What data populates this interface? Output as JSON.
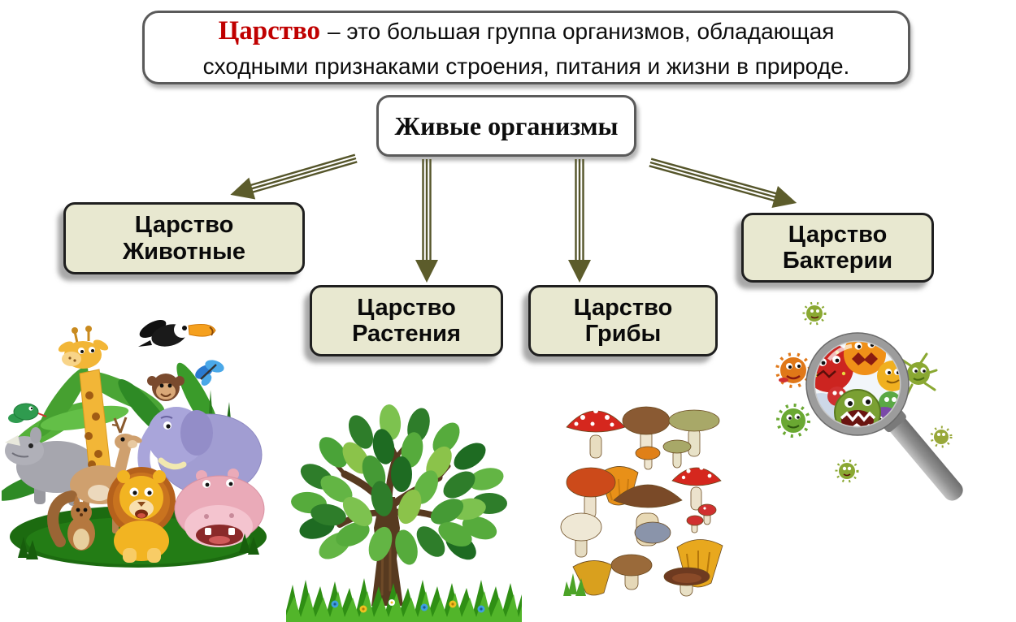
{
  "slide": {
    "background": "#ffffff",
    "definition": {
      "term": "Царство",
      "line1_rest": "– это большая группа организмов, обладающая",
      "line2": "сходными признаками строения, питания и жизни в природе."
    },
    "root": {
      "label": "Живые организмы"
    },
    "kingdoms": [
      {
        "key": "animals",
        "line1": "Царство",
        "line2": "Животные",
        "illustration": "animals-group-illustration"
      },
      {
        "key": "plants",
        "line1": "Царство",
        "line2": "Растения",
        "illustration": "tree-illustration"
      },
      {
        "key": "fungi",
        "line1": "Царство",
        "line2": "Грибы",
        "illustration": "mushrooms-illustration"
      },
      {
        "key": "bacteria",
        "line1": "Царство",
        "line2": "Бактерии",
        "illustration": "bacteria-magnifier-illustration"
      }
    ],
    "colors": {
      "term_red": "#c00000",
      "kingdom_box_fill": "#e8e8d0",
      "kingdom_box_border": "#1f1f1f",
      "white_box_border": "#5a5a5a",
      "arrow_olive": "#55552a"
    }
  }
}
